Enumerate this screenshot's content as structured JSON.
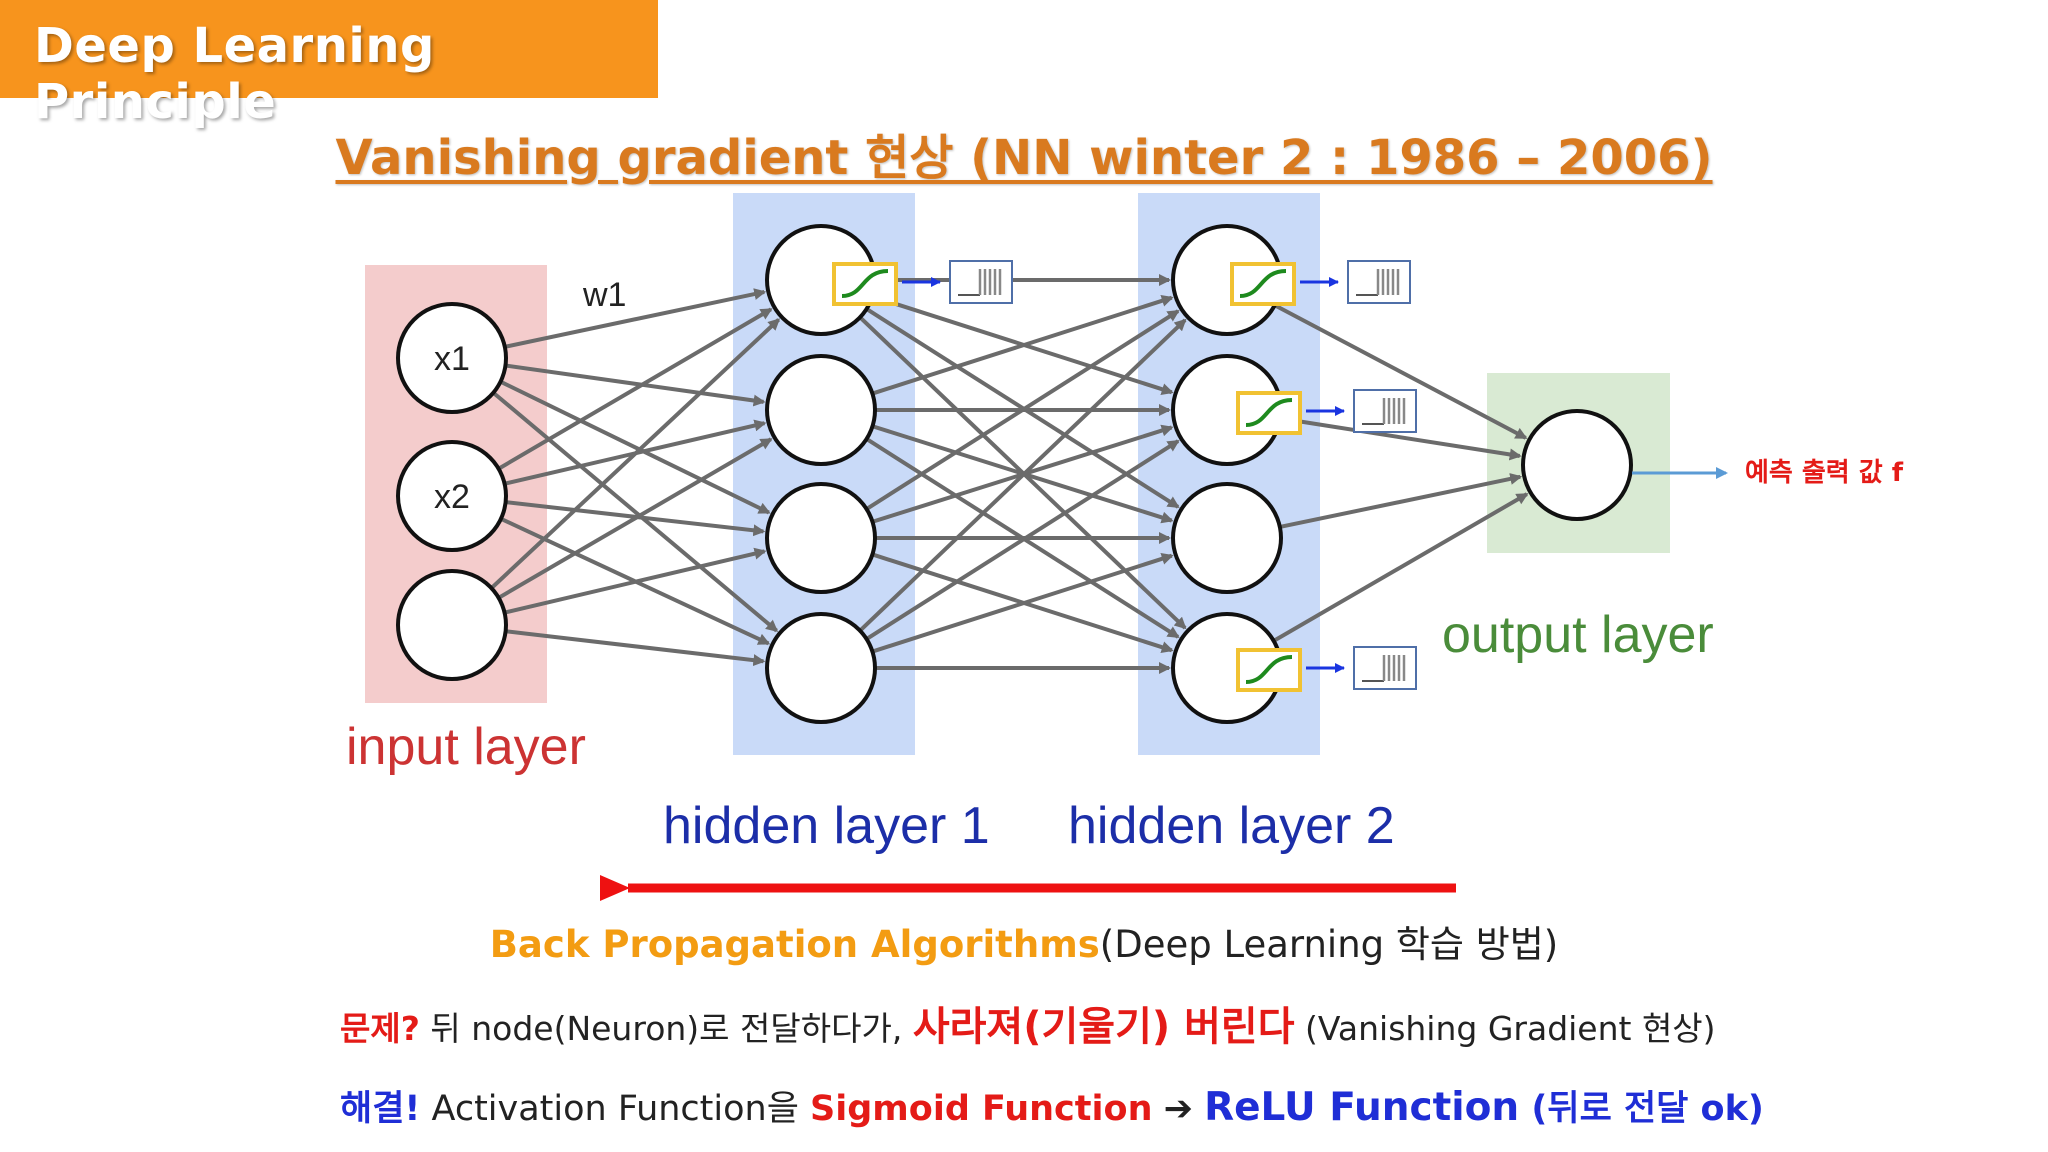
{
  "header": {
    "title": "Deep Learning Principle"
  },
  "subtitle": "Vanishing gradient 현상 (NN winter 2 : 1986 – 2006)",
  "diagram": {
    "weight_label": "w1",
    "input_nodes": [
      "x1",
      "x2",
      ""
    ],
    "layer_labels": {
      "input": "input layer",
      "hidden1": "hidden layer 1",
      "hidden2": "hidden layer 2",
      "output": "output layer"
    },
    "output_annotation": "예측 출력 값 f",
    "colors": {
      "input_band": "#f4cccc",
      "hidden_band": "#c9daf8",
      "output_band": "#d9ead3",
      "input_label": "#cc3333",
      "hidden_label": "#1c2ea8",
      "output_label": "#4a8c3a",
      "edge": "#6b6b6b",
      "sigmoid_box": "#f1c232",
      "back_prop_arrow": "#ee1111"
    }
  },
  "footer": {
    "backprop_strong": "Back Propagation Algorithms",
    "backprop_rest": "(Deep Learning 학습 방법)",
    "problem_label": "문제?",
    "problem_text": " 뒤 node(Neuron)로 전달하다가, ",
    "problem_emph": "사라져(기울기) 버린다",
    "problem_tail": " (Vanishing Gradient 현상)",
    "solution_label": "해결!",
    "solution_text": "  Activation Function을 ",
    "solution_sigmoid": "Sigmoid Function",
    "solution_arrow": " ➔ ",
    "solution_relu": "ReLU Function",
    "solution_tail": " (뒤로 전달 ok)"
  }
}
